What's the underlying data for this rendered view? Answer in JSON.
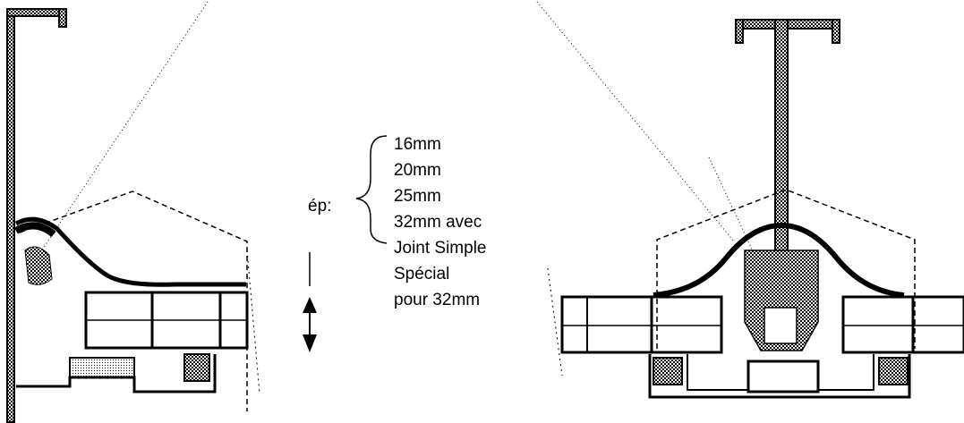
{
  "diagram": {
    "thickness_prefix": "ép:",
    "thickness_lines": [
      "16mm",
      "20mm",
      "25mm",
      "32mm avec",
      "Joint Simple",
      "Spécial",
      "pour 32mm"
    ]
  },
  "colors": {
    "line": "#000000",
    "background": "#ffffff",
    "hatch": "#000000"
  }
}
